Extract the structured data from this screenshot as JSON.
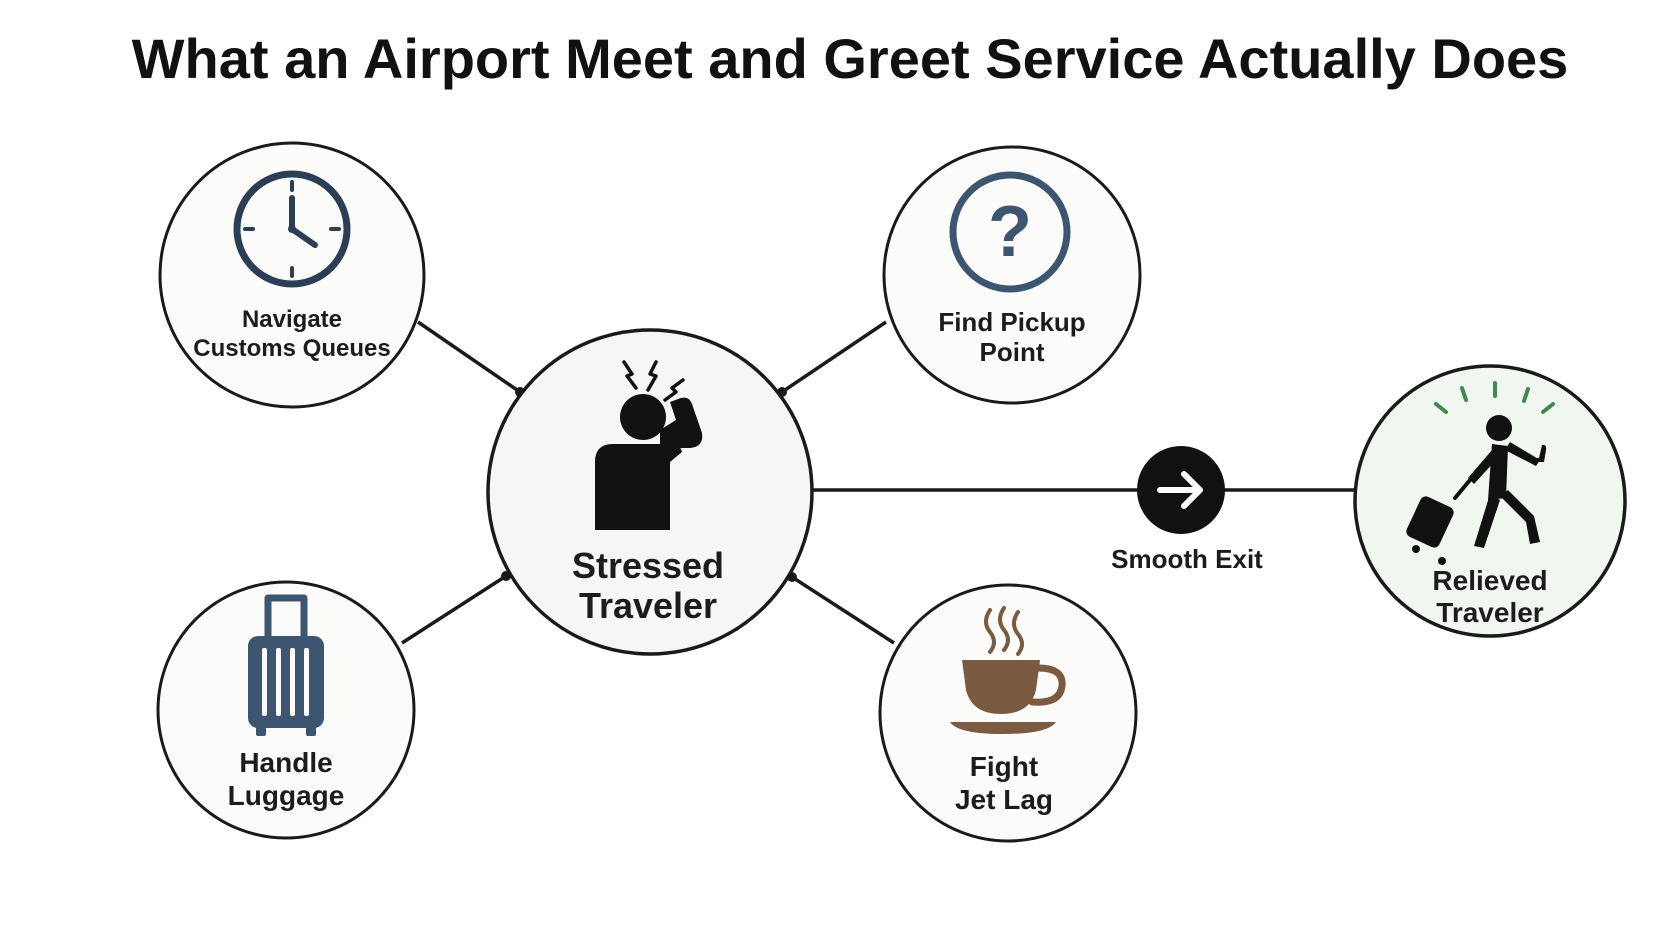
{
  "title": "What an Airport Meet and Greet Service Actually Does",
  "colors": {
    "line": "#1a1a1a",
    "node_fill": "#fbfbfa",
    "center_fill": "#f6f6f5",
    "relieved_fill": "#f2f6f1",
    "icon_navy": "#2c3e56",
    "icon_slate": "#3d5570",
    "coffee": "#7a5a40",
    "relief_green": "#3f8a4d"
  },
  "nodes": {
    "customs": {
      "icon": "clock-icon",
      "lines": [
        "Navigate",
        "Customs Queues"
      ]
    },
    "pickup": {
      "icon": "question-icon",
      "lines": [
        "Find Pickup",
        "Point"
      ]
    },
    "center": {
      "icon": "stressed-person-icon",
      "lines": [
        "Stressed",
        "Traveler"
      ]
    },
    "luggage": {
      "icon": "suitcase-icon",
      "lines": [
        "Handle",
        "Luggage"
      ]
    },
    "jetlag": {
      "icon": "coffee-cup-icon",
      "lines": [
        "Fight",
        "Jet Lag"
      ]
    },
    "relieved": {
      "icon": "walking-traveler-icon",
      "lines": [
        "Relieved",
        "Traveler"
      ]
    }
  },
  "exit": {
    "icon": "arrow-right-icon",
    "label": "Smooth Exit"
  }
}
